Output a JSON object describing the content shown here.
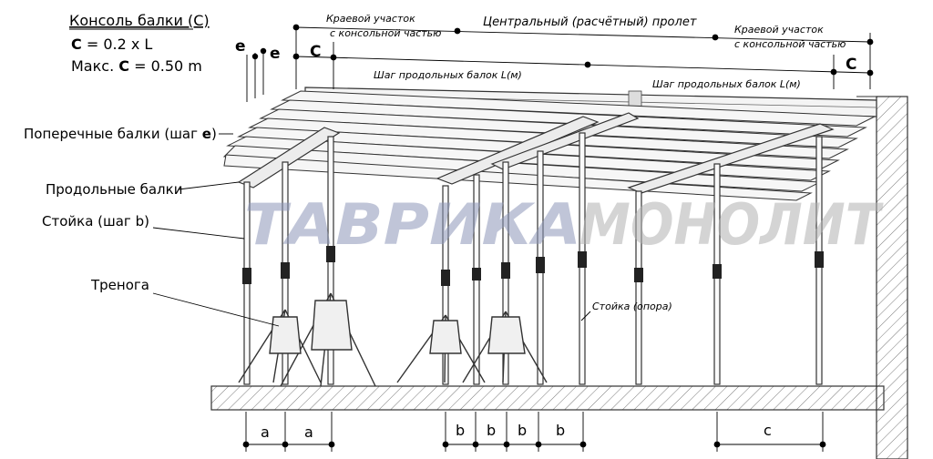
{
  "legend": {
    "title": "Консоль балки (С)",
    "formula_var": "С",
    "formula_rest": " = 0.2 x L",
    "max_prefix": "Макс. ",
    "max_var": "С",
    "max_rest": " = 0.50 m"
  },
  "labels": {
    "transverse_prefix": "Поперечные балки (шаг ",
    "transverse_var": "e",
    "transverse_suffix": ")",
    "longitudinal": "Продольные балки",
    "prop": "Стойка (шаг b)",
    "tripod": "Тренога",
    "prop_support": "Стойка (опора)"
  },
  "dimensions_top": {
    "edge_left_line1": "Краевой участок",
    "edge_left_line2": "с консольной частью",
    "central": "Центральный (расчётный) пролет",
    "edge_right_line1": "Краевой участок",
    "edge_right_line2": "с консольной частью",
    "step_left": "Шаг продольных балок L(м)",
    "step_right": "Шаг продольных балок L(м)",
    "c_left": "С",
    "c_right": "С",
    "e1": "e",
    "e2": "e"
  },
  "dimensions_bottom": {
    "a1": "a",
    "a2": "a",
    "b1": "b",
    "b2": "b",
    "b3": "b",
    "b4": "b",
    "c": "c"
  },
  "watermark": {
    "part1": "ТАВРИКА",
    "part2": "МОНОЛИТ"
  }
}
